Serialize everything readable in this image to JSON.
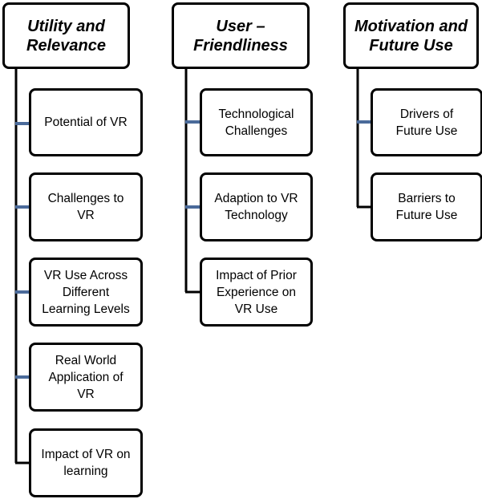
{
  "colors": {
    "border": "#000000",
    "branch_tick": "#4a6a9a",
    "background": "#ffffff"
  },
  "columns": [
    {
      "title": "Utility and\nRelevance",
      "items": [
        "Potential of VR",
        "Challenges to\nVR",
        "VR Use Across\nDifferent\nLearning Levels",
        "Real World\nApplication of\nVR",
        "Impact of VR on\nlearning"
      ]
    },
    {
      "title": "User –\nFriendliness",
      "items": [
        "Technological\nChallenges",
        "Adaption to VR\nTechnology",
        "Impact of Prior\nExperience on\nVR Use"
      ]
    },
    {
      "title": "Motivation and\nFuture Use",
      "items": [
        "Drivers of\nFuture Use",
        "Barriers to\nFuture Use"
      ]
    }
  ]
}
